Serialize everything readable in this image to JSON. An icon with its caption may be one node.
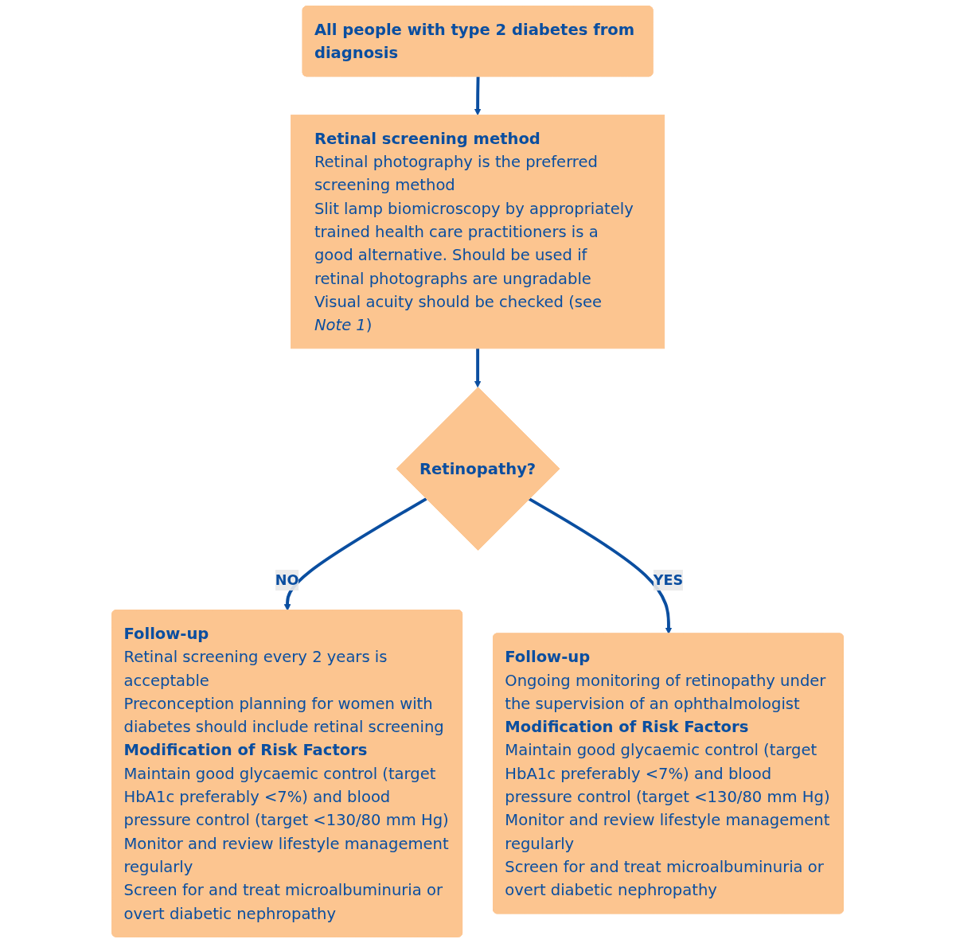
{
  "diagram": {
    "nodes": [
      {
        "text": [
          "All people with type 2 diabetes from diagnosis"
        ]
      },
      {
        "text": [
          "Retinal screening method",
          "Retinal photography is the preferred screening method",
          "Slit lamp biomicroscopy by appropriately trained health care practitioners is a good alternative. Should be used if retinal photographs are ungradable",
          "Visual acuity should be checked (see *Note 1*)"
        ]
      },
      {
        "text": [
          "Retinopathy?"
        ]
      },
      {
        "text": [
          "Follow-up",
          "Retinal screening every 2 years is acceptable",
          "Preconception planning for women with diabetes should include retinal screening",
          "Modification of Risk Factors",
          "Maintain good glycaemic control (target HbA1c preferably <7%) and blood pressure control (target <130/80 mm Hg)",
          "Monitor and review lifestyle management regularly",
          "Screen for and treat microalbuminuria or overt diabetic nephropathy"
        ]
      },
      {
        "text": [
          "Follow-up",
          "Ongoing monitoring of retinopathy under the supervision of an ophthalmologist",
          "Modification of Risk Factors",
          "Maintain good glycaemic control (target HbA1c preferably <7%) and blood pressure control (target <130/80 mm Hg)",
          "Monitor and review lifestyle management regularly",
          "Screen for and treat microalbuminuria or overt diabetic nephropathy"
        ]
      }
    ],
    "edges": [
      {
        "from": 0,
        "to": 1,
        "arrow": "to"
      },
      {
        "from": 1,
        "to": 2,
        "arrow": "to"
      },
      {
        "from": 2,
        "to": 3,
        "arrow": "to",
        "label": "NO"
      },
      {
        "from": 2,
        "to": 4,
        "arrow": "to",
        "label": "YES"
      }
    ]
  }
}
